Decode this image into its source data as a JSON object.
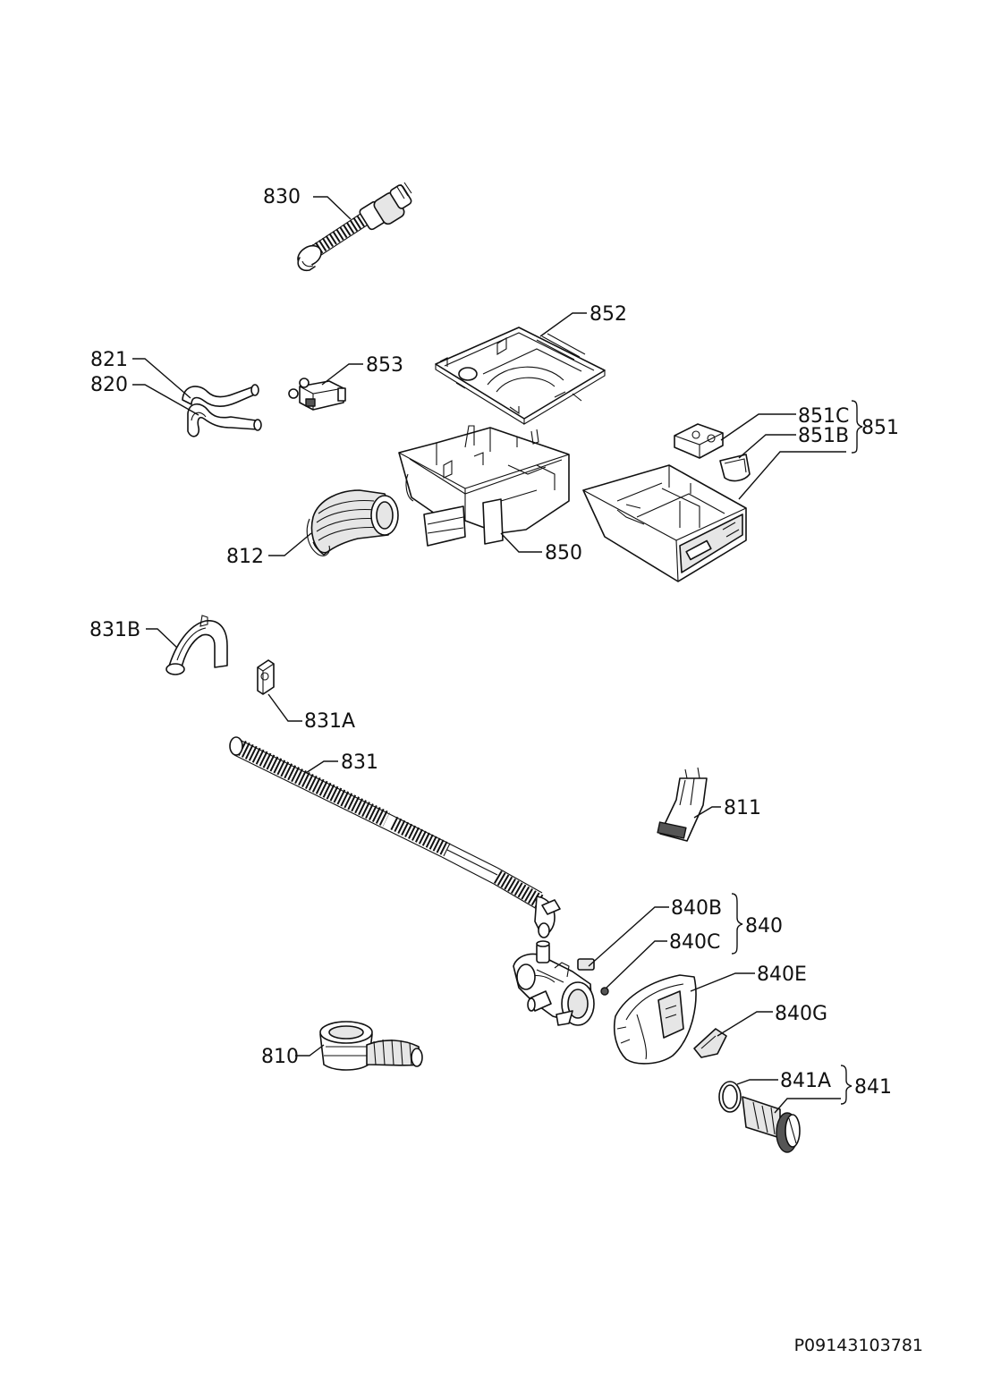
{
  "document_code": "P09143103781",
  "parts": [
    {
      "id": "830",
      "label": "830"
    },
    {
      "id": "852",
      "label": "852"
    },
    {
      "id": "821",
      "label": "821"
    },
    {
      "id": "820",
      "label": "820"
    },
    {
      "id": "853",
      "label": "853"
    },
    {
      "id": "851C",
      "label": "851C"
    },
    {
      "id": "851B",
      "label": "851B"
    },
    {
      "id": "851",
      "label": "851"
    },
    {
      "id": "812",
      "label": "812"
    },
    {
      "id": "850",
      "label": "850"
    },
    {
      "id": "831B",
      "label": "831B"
    },
    {
      "id": "831A",
      "label": "831A"
    },
    {
      "id": "831",
      "label": "831"
    },
    {
      "id": "811",
      "label": "811"
    },
    {
      "id": "840B",
      "label": "840B"
    },
    {
      "id": "840",
      "label": "840"
    },
    {
      "id": "840C",
      "label": "840C"
    },
    {
      "id": "840E",
      "label": "840E"
    },
    {
      "id": "840G",
      "label": "840G"
    },
    {
      "id": "810",
      "label": "810"
    },
    {
      "id": "841A",
      "label": "841A"
    },
    {
      "id": "841",
      "label": "841"
    }
  ]
}
